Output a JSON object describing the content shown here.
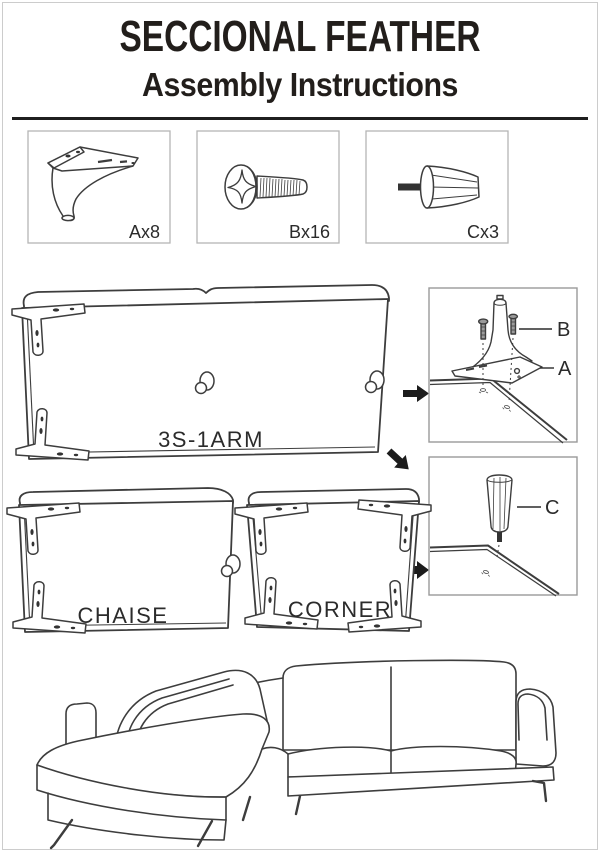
{
  "page": {
    "title": "SECCIONAL FEATHER",
    "subtitle": "Assembly Instructions"
  },
  "hardware": [
    {
      "part": "A",
      "label": "Ax8",
      "icon": "metal-leg-icon"
    },
    {
      "part": "B",
      "label": "Bx16",
      "icon": "bolt-icon"
    },
    {
      "part": "C",
      "label": "Cx3",
      "icon": "cone-leg-icon"
    }
  ],
  "pieces": {
    "three_seat_one_arm": "3S-1ARM",
    "chaise": "CHAISE",
    "corner": "CORNER"
  },
  "callouts": {
    "bolt": "B",
    "metal_leg": "A",
    "cone_leg": "C"
  },
  "colors": {
    "line_art": "#3d3d3d",
    "text": "#2a2a2a",
    "hardware_box_border": "#b5b5b5",
    "detail_box_border": "#9a9a9a",
    "page_border": "#cccccc",
    "divider": "#1f1f1f",
    "background": "#ffffff"
  }
}
